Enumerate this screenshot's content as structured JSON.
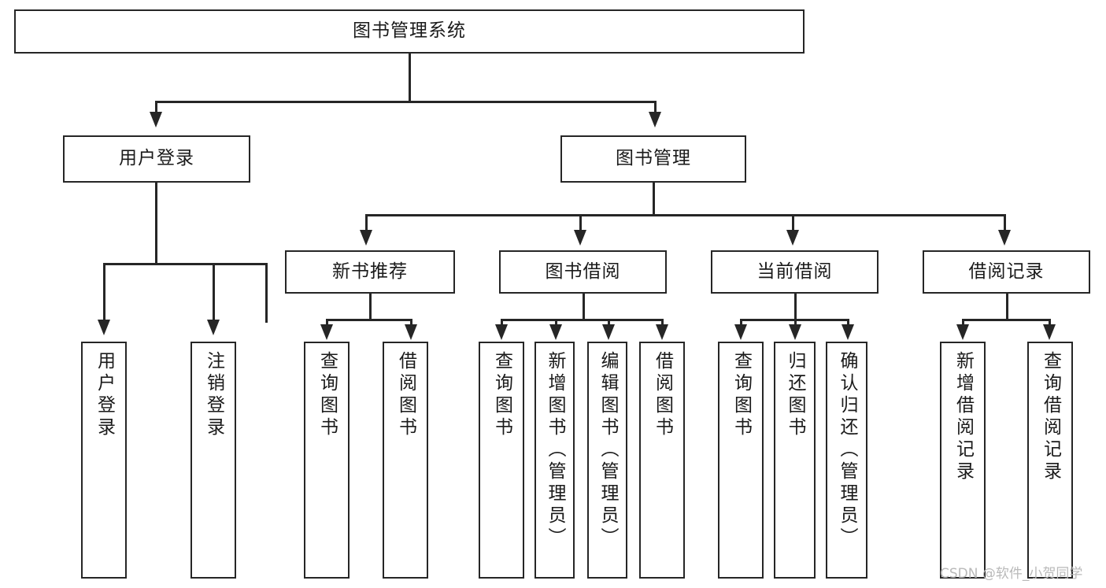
{
  "diagram": {
    "title": "图书管理系统",
    "watermark": "CSDN @软件_小贺同学",
    "accent_color": "#262626",
    "background_color": "#ffffff",
    "watermark_color": "#b9b9b9"
  },
  "root": {
    "label": "图书管理系统"
  },
  "tier2": [
    {
      "label": "用户登录"
    },
    {
      "label": "图书管理"
    }
  ],
  "tier3": [
    {
      "label": "新书推荐"
    },
    {
      "label": "图书借阅"
    },
    {
      "label": "当前借阅"
    },
    {
      "label": "借阅记录"
    }
  ],
  "leaves": {
    "user_login": [
      {
        "label": "用户登录"
      },
      {
        "label": "注销登录"
      }
    ],
    "new_book": [
      {
        "label": "查询图书"
      },
      {
        "label": "借阅图书"
      }
    ],
    "book_borrow": [
      {
        "label": "查询图书"
      },
      {
        "label": "新增图书（管理员）"
      },
      {
        "label": "编辑图书（管理员）"
      },
      {
        "label": "借阅图书"
      }
    ],
    "current_borrow": [
      {
        "label": "查询图书"
      },
      {
        "label": "归还图书"
      },
      {
        "label": "确认归还（管理员）"
      }
    ],
    "borrow_record": [
      {
        "label": "新增借阅记录"
      },
      {
        "label": "查询借阅记录"
      }
    ]
  }
}
